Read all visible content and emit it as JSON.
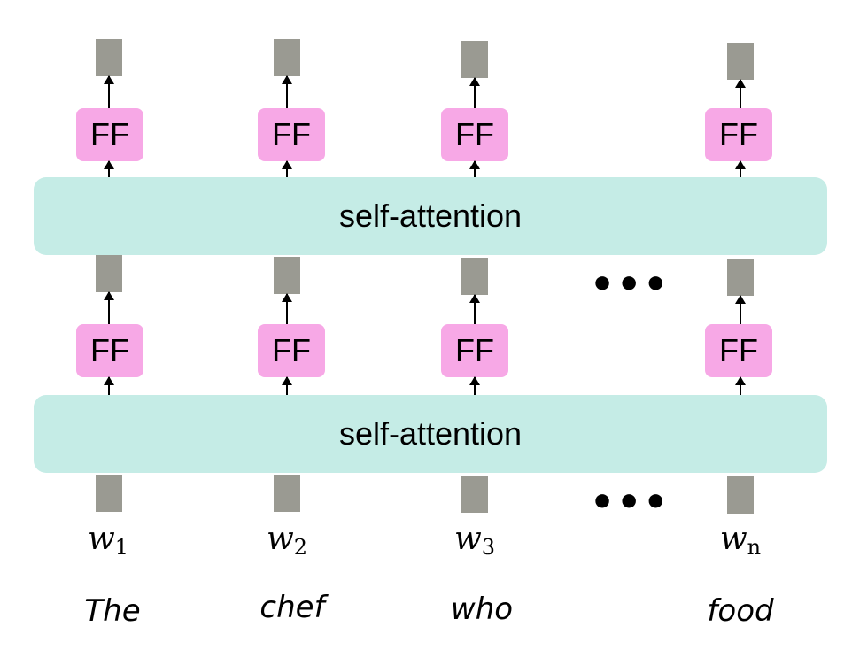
{
  "ff_label": "FF",
  "self_attention_label": "self-attention",
  "ellipsis": "•••",
  "inputs": [
    {
      "var": "w",
      "sub": "1",
      "word": "The"
    },
    {
      "var": "w",
      "sub": "2",
      "word": "chef"
    },
    {
      "var": "w",
      "sub": "3",
      "word": "who"
    },
    {
      "var": "w",
      "sub": "n",
      "word": "food"
    }
  ],
  "colors": {
    "vector": "#9a9a92",
    "ff_box": "#f7a8e6",
    "self_attention_band": "#c5ece6"
  }
}
